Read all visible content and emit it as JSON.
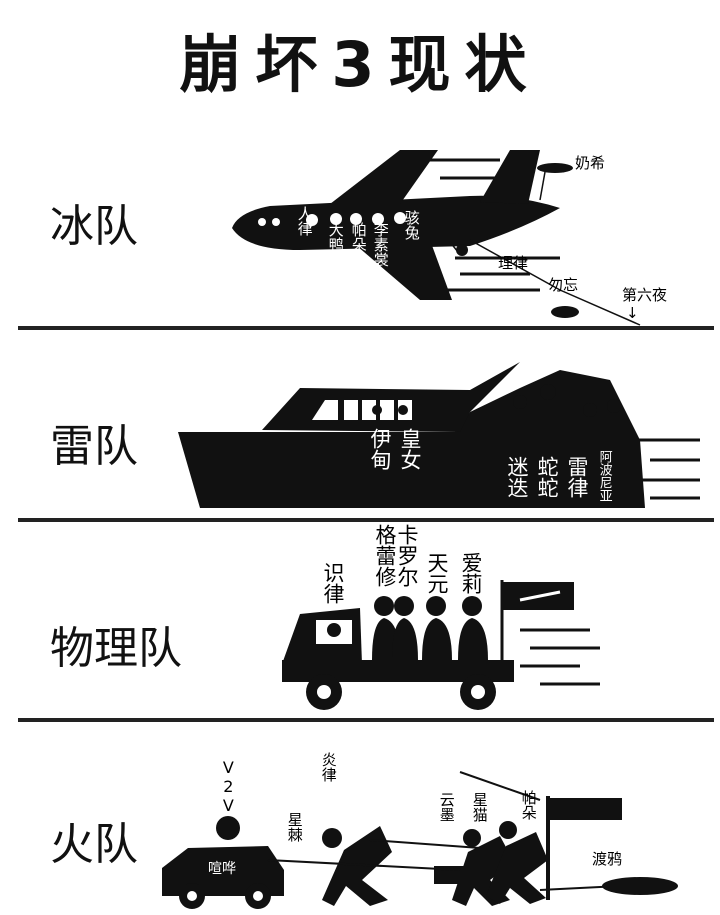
{
  "title": "崩坏3现状",
  "teams": {
    "ice": {
      "name": "冰队",
      "passengers": [
        "人律",
        "大鸭",
        "帕朵",
        "李素裳",
        "骇兔"
      ],
      "trailing": [
        "奶希",
        "理律",
        "勿忘",
        "第六夜"
      ],
      "arrow": "↓"
    },
    "thunder": {
      "name": "雷队",
      "cabin": [
        "伊甸",
        "皇女"
      ],
      "deck": [
        "迷迭",
        "蛇蛇",
        "雷律",
        "阿波尼亚"
      ]
    },
    "physics": {
      "name": "物理队",
      "riders": [
        "识律",
        "格蕾修",
        "卡罗尔",
        "天元",
        "爱莉"
      ]
    },
    "fire": {
      "name": "火队",
      "car_top": "V2V",
      "car_driver": "喧哗",
      "pullers": [
        "星棘",
        "炎律",
        "云墨",
        "星猫",
        "帕朵",
        "渡鸦"
      ]
    }
  },
  "colors": {
    "ink": "#111111",
    "paper": "#ffffff"
  }
}
